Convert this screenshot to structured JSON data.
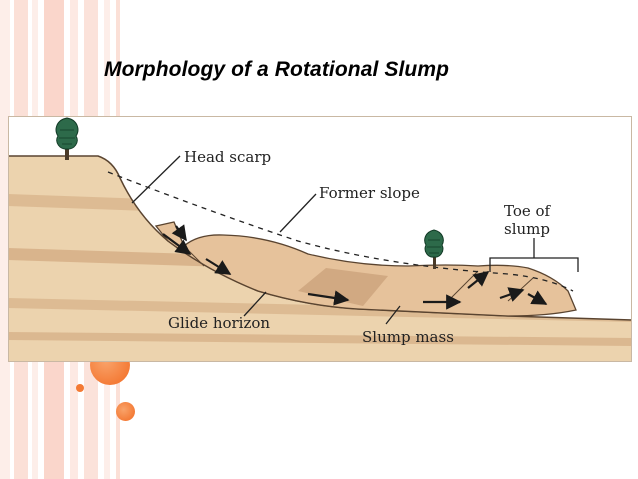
{
  "title": "Morphology of a Rotational Slump",
  "diagram": {
    "labels": {
      "head_scarp": "Head scarp",
      "former_slope": "Former slope",
      "toe_line1": "Toe of",
      "toe_line2": "slump",
      "glide_horizon": "Glide horizon",
      "slump_mass": "Slump mass"
    }
  },
  "colors": {
    "stripe_light": "#fce8e2",
    "stripe_mid": "#f7cfc3",
    "accent_orange": "#f47a34",
    "accent_orange_light": "#f9b28a",
    "bedrock_light": "#ecd3ae",
    "bedrock_band": "#d9b58c",
    "slump_mass": "#e6c29b",
    "slump_shadow": "#c9a07a"
  },
  "icons": [
    "tree-icon",
    "arrow-icon"
  ]
}
